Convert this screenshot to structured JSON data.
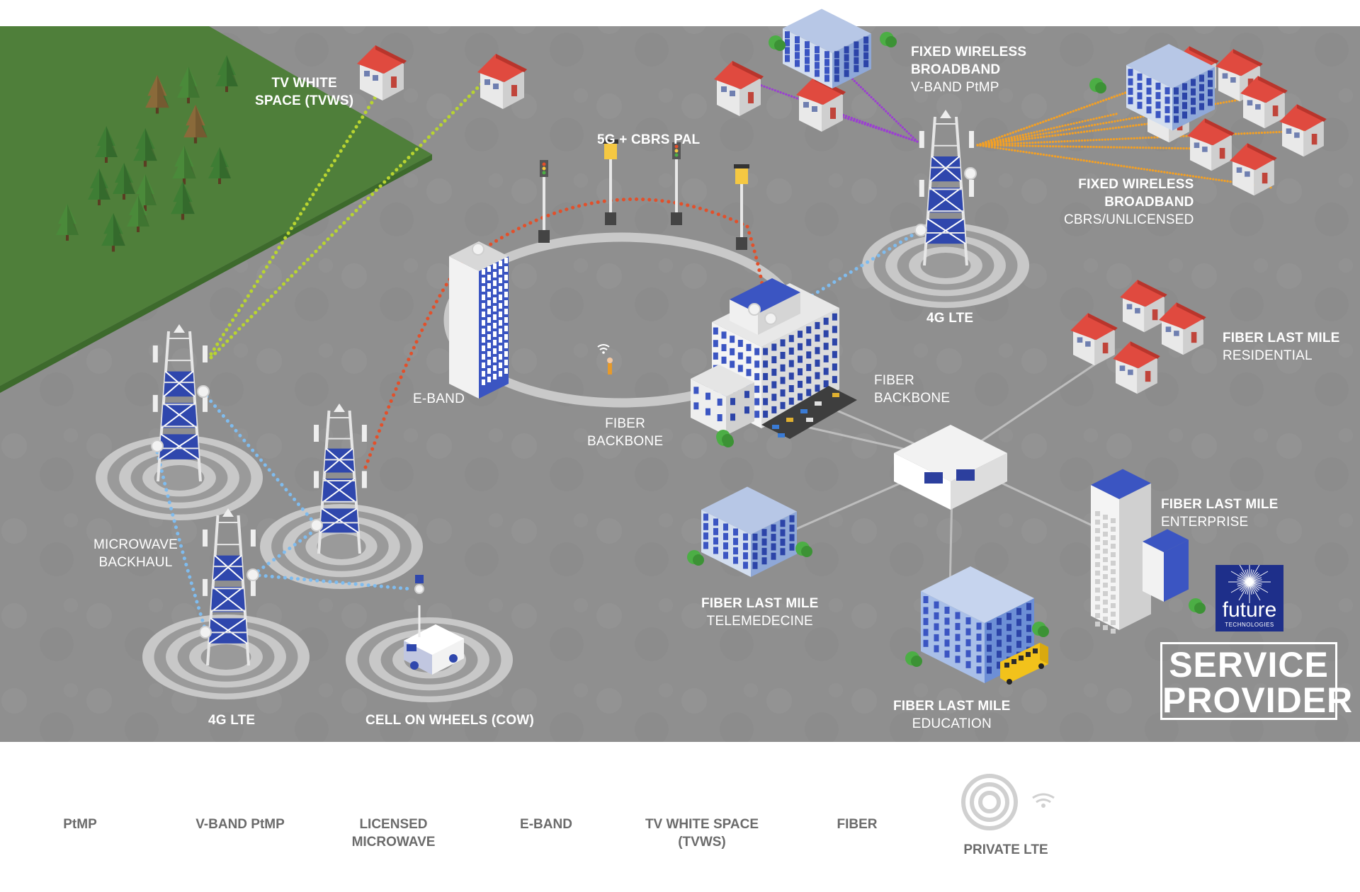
{
  "colors": {
    "ground": "#8e8e8e",
    "grass": "#4f7f3a",
    "ptmp": "#f4a024",
    "vband": "#9b3fd1",
    "microwave": "#7fbcef",
    "eband": "#e2502b",
    "tvws": "#b8d430",
    "fiber": "#bdbdbd",
    "building_blue": "#3b55c2",
    "roof_red": "#e04a3f",
    "logo_bg": "#1e2f8a"
  },
  "labels": {
    "tvws": {
      "line1": "TV WHITE",
      "line2": "SPACE (TVWS)"
    },
    "cbrs": "5G + CBRS PAL",
    "fwb_vband": {
      "line1": "FIXED WIRELESS",
      "line2": "BROADBAND",
      "line3": "V-BAND PtMP"
    },
    "fwb_cbrs": {
      "line1": "FIXED WIRELESS",
      "line2": "BROADBAND",
      "line3": "CBRS/UNLICENSED"
    },
    "lte_right": "4G LTE",
    "eband": "E-BAND",
    "fiber_ring": {
      "line1": "FIBER",
      "line2": "BACKBONE"
    },
    "fiber_hub": {
      "line1": "FIBER",
      "line2": "BACKBONE"
    },
    "residential": {
      "line1": "FIBER LAST MILE",
      "line2": "RESIDENTIAL"
    },
    "microwave_backhaul": {
      "line1": "MICROWAVE",
      "line2": "BACKHAUL"
    },
    "lte_left": "4G LTE",
    "cow": "CELL ON WHEELS (COW)",
    "telemedicine": {
      "line1": "FIBER LAST MILE",
      "line2": "TELEMEDECINE"
    },
    "education": {
      "line1": "FIBER LAST MILE",
      "line2": "EDUCATION"
    },
    "enterprise": {
      "line1": "FIBER LAST MILE",
      "line2": "ENTERPRISE"
    }
  },
  "logo": {
    "word": "future",
    "sub": "TECHNOLOGIES"
  },
  "service_provider": {
    "line1": "SERVICE",
    "line2": "PROVIDER"
  },
  "legend": [
    {
      "id": "ptmp",
      "line1": "PtMP",
      "line2": "",
      "style": "dotted",
      "color": "#f4a024"
    },
    {
      "id": "vband",
      "line1": "V-BAND PtMP",
      "line2": "",
      "style": "dotted",
      "color": "#9b3fd1"
    },
    {
      "id": "microwave",
      "line1": "LICENSED",
      "line2": "MICROWAVE",
      "style": "dotted",
      "color": "#7fbcef"
    },
    {
      "id": "eband",
      "line1": "E-BAND",
      "line2": "",
      "style": "dotted",
      "color": "#e2502b"
    },
    {
      "id": "tvws",
      "line1": "TV WHITE SPACE",
      "line2": "(TVWS)",
      "style": "dotted",
      "color": "#b8d430"
    },
    {
      "id": "fiber",
      "line1": "FIBER",
      "line2": "",
      "style": "solid",
      "color": "#bdbdbd"
    },
    {
      "id": "private_lte",
      "line1": "PRIVATE LTE",
      "line2": "",
      "style": "rings",
      "color": "#bdbdbd"
    }
  ]
}
